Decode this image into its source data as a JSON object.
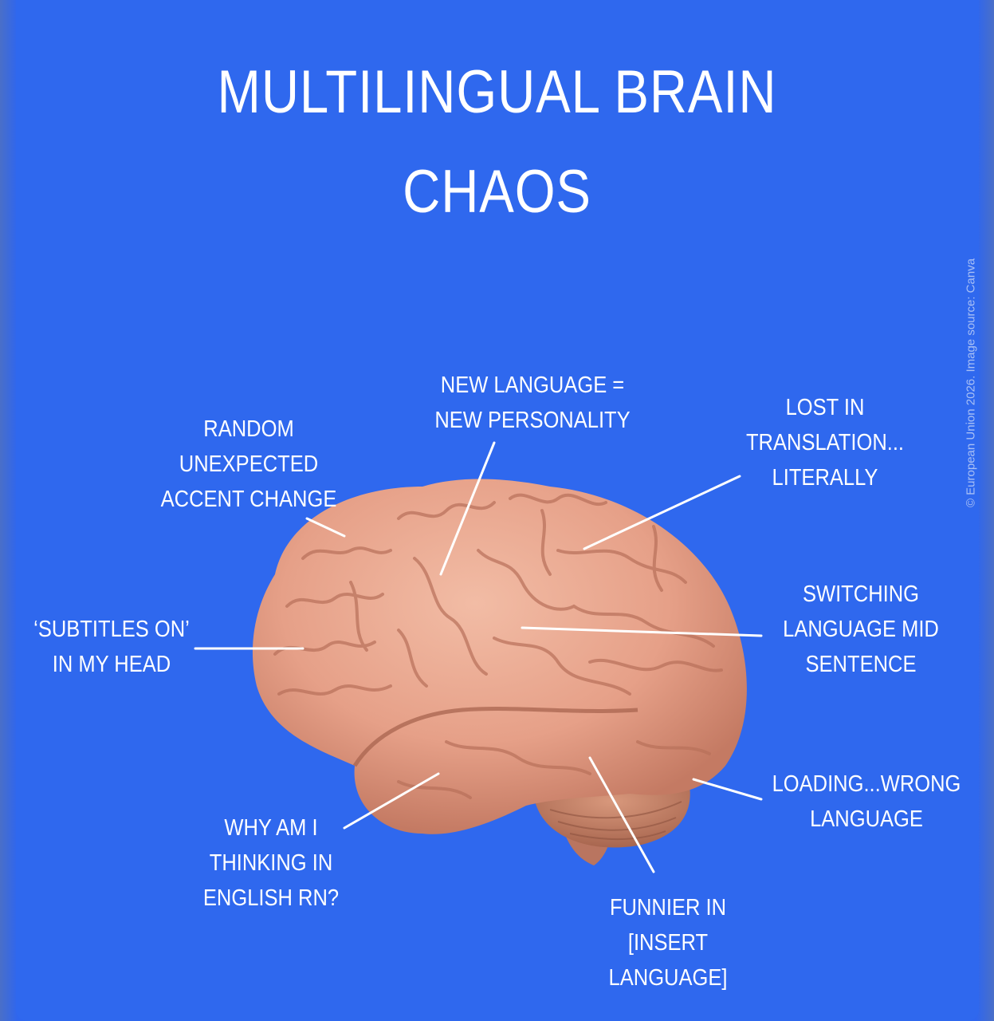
{
  "title": {
    "line1": "MULTILINGUAL BRAIN",
    "line2": "CHAOS"
  },
  "labels": {
    "new_language": "NEW LANGUAGE =\nNEW PERSONALITY",
    "random_accent": "RANDOM\nUNEXPECTED\nACCENT CHANGE",
    "lost_translation": "LOST IN\nTRANSLATION...\nLITERALLY",
    "subtitles": "‘SUBTITLES ON’\nIN MY HEAD",
    "switching": "SWITCHING\nLANGUAGE MID\nSENTENCE",
    "loading": "LOADING...WRONG\nLANGUAGE",
    "why_english": "WHY AM I\nTHINKING IN\nENGLISH RN?",
    "funnier": "FUNNIER IN\n[INSERT\nLANGUAGE]"
  },
  "credit": "© European Union 2026. Image source: Canva",
  "colors": {
    "background": "#2f68ee",
    "text": "#ffffff",
    "brain": "#e9a98f",
    "brain_shadow": "#c97e67"
  }
}
